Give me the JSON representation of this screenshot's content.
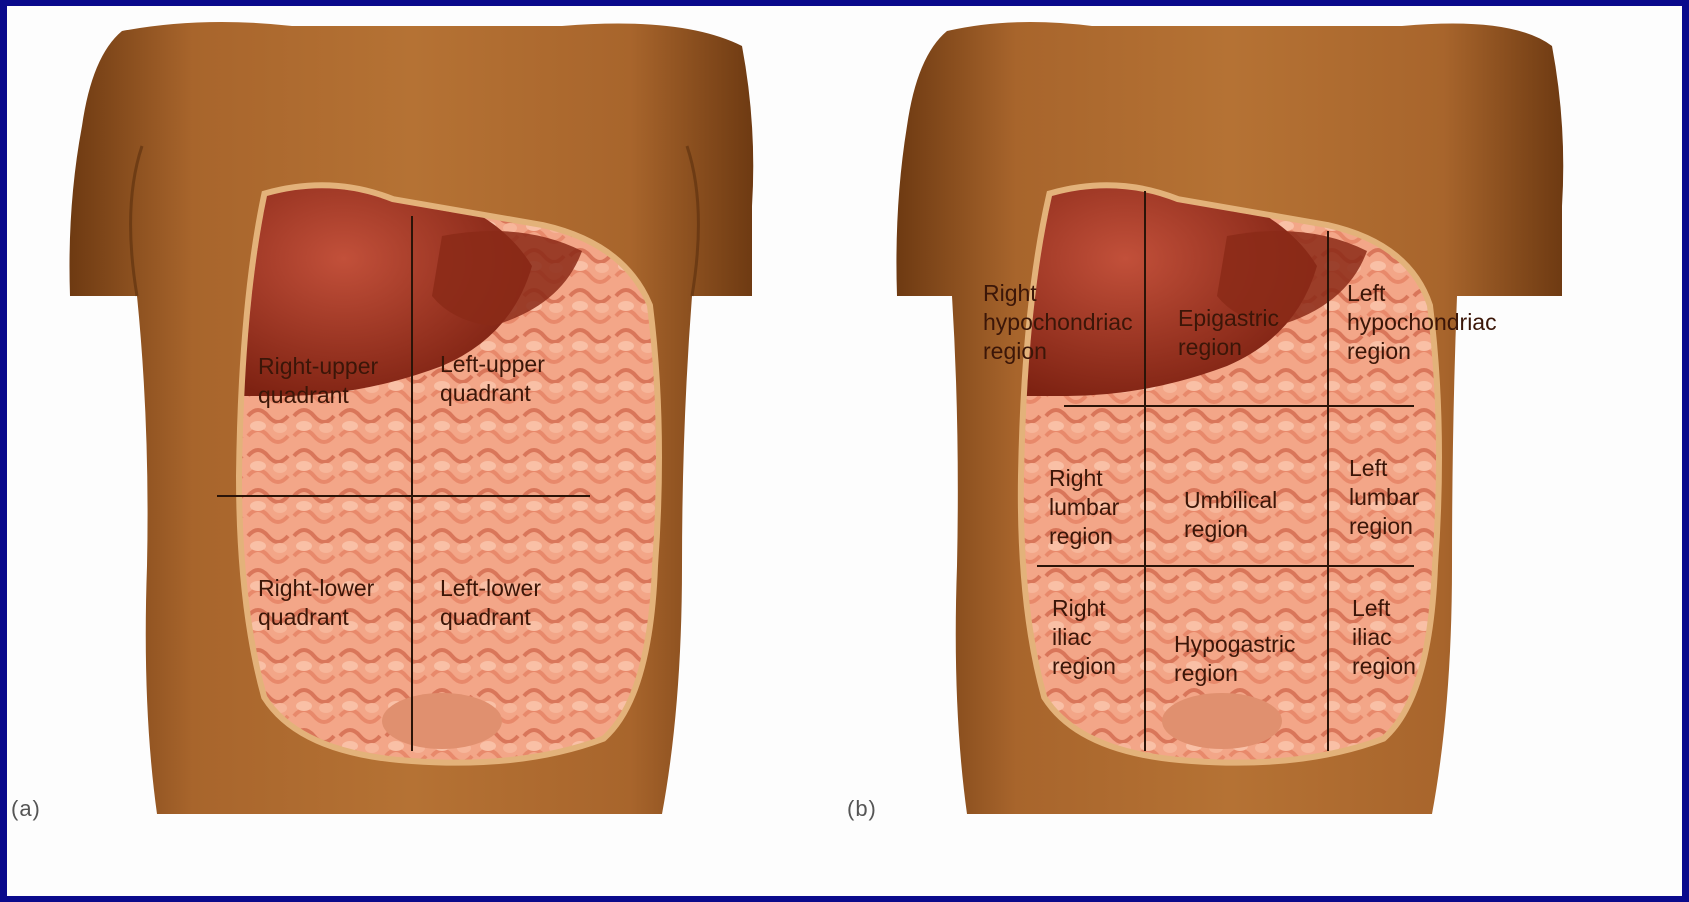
{
  "panel_a": {
    "letter": "(a)",
    "quadrants": {
      "right_upper": [
        "Right-upper",
        "quadrant"
      ],
      "left_upper": [
        "Left-upper",
        "quadrant"
      ],
      "right_lower": [
        "Right-lower",
        "quadrant"
      ],
      "left_lower": [
        "Left-lower",
        "quadrant"
      ]
    }
  },
  "panel_b": {
    "letter": "(b)",
    "regions": {
      "right_hypochondriac": [
        "Right",
        "hypochondriac",
        "region"
      ],
      "epigastric": [
        "Epigastric",
        "region"
      ],
      "left_hypochondriac": [
        "Left",
        "hypochondriac",
        "region"
      ],
      "right_lumbar": [
        "Right",
        "lumbar",
        "region"
      ],
      "umbilical": [
        "Umbilical",
        "region"
      ],
      "left_lumbar": [
        "Left",
        "lumbar",
        "region"
      ],
      "right_iliac": [
        "Right",
        "iliac",
        "region"
      ],
      "hypogastric": [
        "Hypogastric",
        "region"
      ],
      "left_iliac": [
        "Left",
        "iliac",
        "region"
      ]
    }
  },
  "colors": {
    "skin": "#9a5a24",
    "skin_dark": "#6e3a12",
    "liver": "#9c2f1c",
    "intestine": "#f2a487",
    "divider": "#2a1408",
    "background_border": "#0a0a8c"
  }
}
